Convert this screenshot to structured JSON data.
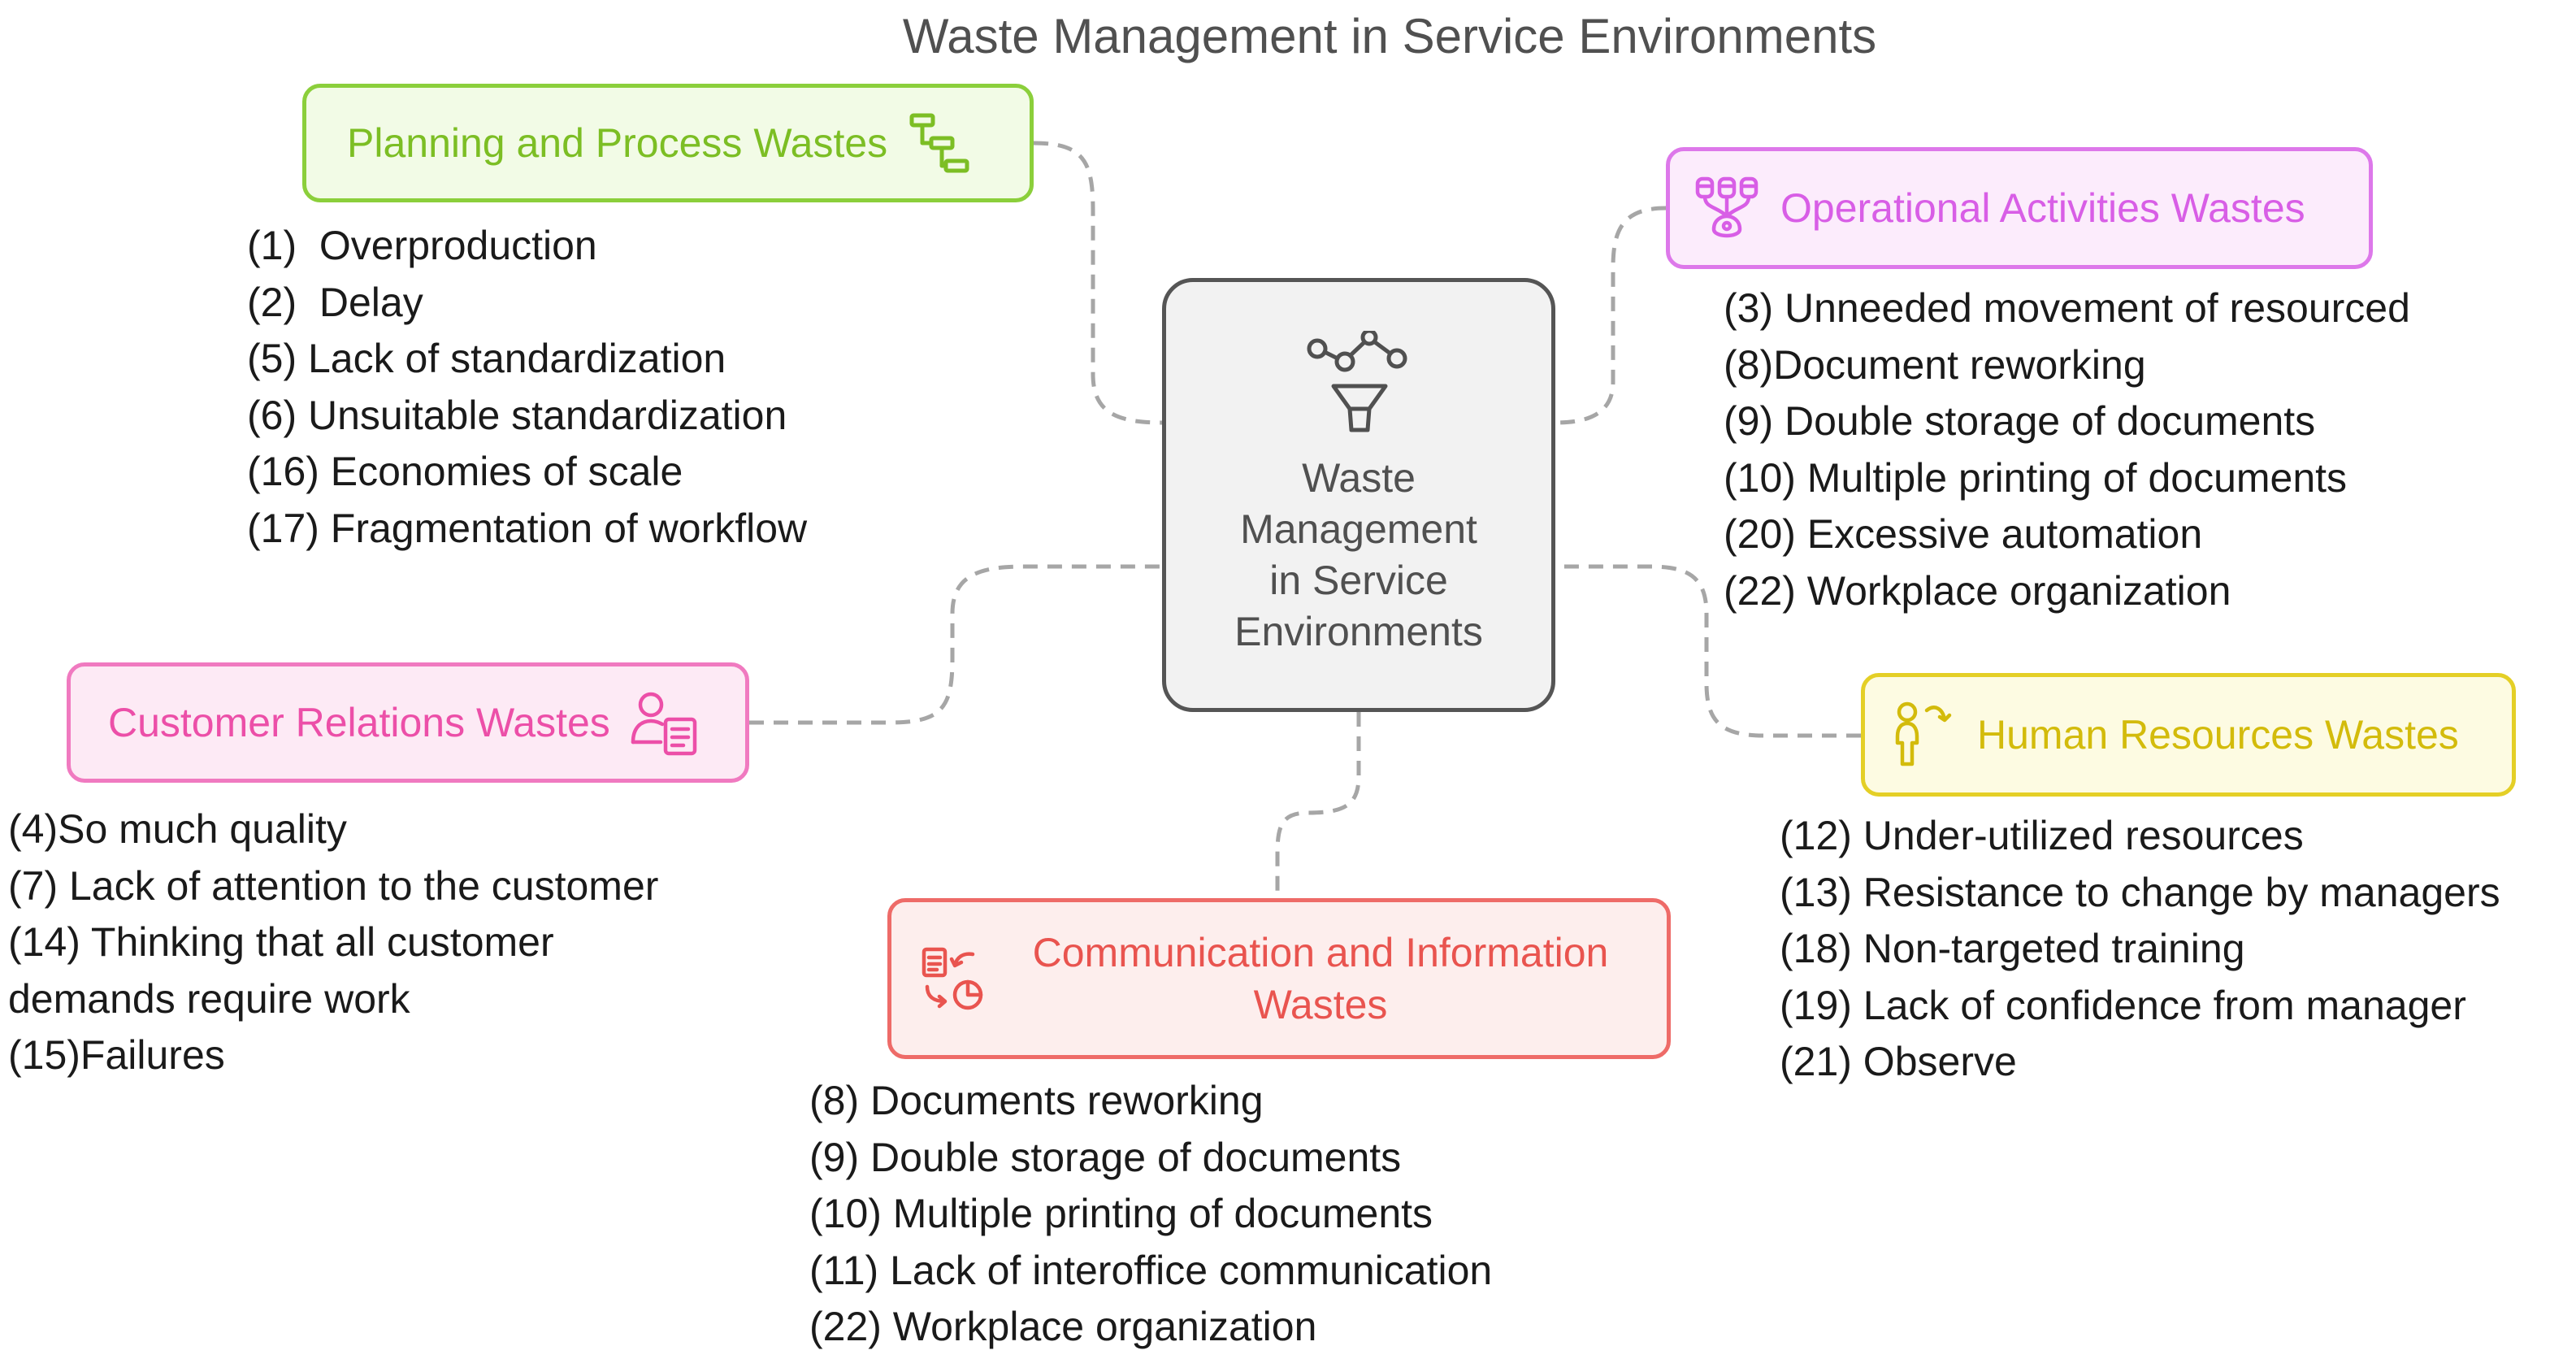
{
  "title": "Waste Management in Service Environments",
  "center": {
    "label_lines": [
      "Waste",
      "Management",
      "in Service",
      "Environments"
    ],
    "icon": "funnel-analytics-icon"
  },
  "categories": [
    {
      "id": "planning",
      "label": "Planning and Process Wastes",
      "icon": "gantt-process-icon",
      "color": "#7cbe24",
      "items": [
        "(1)  Overproduction",
        "(2)  Delay",
        "(5) Lack of standardization",
        "(6) Unsuitable standardization",
        "(16) Economies of scale",
        "(17) Fragmentation of workflow"
      ]
    },
    {
      "id": "operational",
      "label": "Operational Activities Wastes",
      "icon": "database-network-icon",
      "color": "#d85ee6",
      "items": [
        "(3) Unneeded movement of resourced",
        "(8)Document reworking",
        "(9) Double storage of documents",
        "(10) Multiple printing of documents",
        "(20) Excessive automation",
        "(22) Workplace organization"
      ]
    },
    {
      "id": "customer",
      "label": "Customer Relations Wastes",
      "icon": "customer-profile-icon",
      "color": "#ec4fa8",
      "items": [
        "(4)So much quality",
        "(7) Lack of attention to the customer",
        "(14) Thinking that all customer",
        "demands require work",
        "(15)Failures"
      ]
    },
    {
      "id": "human",
      "label": "Human Resources Wastes",
      "icon": "person-arrow-icon",
      "color": "#d3bb0b",
      "items": [
        "(12) Under-utilized resources",
        "(13) Resistance to change by managers",
        "(18) Non-targeted training",
        "(19) Lack of confidence from manager",
        "(21) Observe"
      ]
    },
    {
      "id": "communication",
      "label_lines": [
        "Communication and Information",
        "Wastes"
      ],
      "icon": "document-exchange-icon",
      "color": "#e9544f",
      "items": [
        "(8) Documents reworking",
        "(9) Double storage of documents",
        "(10) Multiple printing of documents",
        "(11) Lack of interoffice communication",
        "(22) Workplace organization"
      ]
    }
  ]
}
